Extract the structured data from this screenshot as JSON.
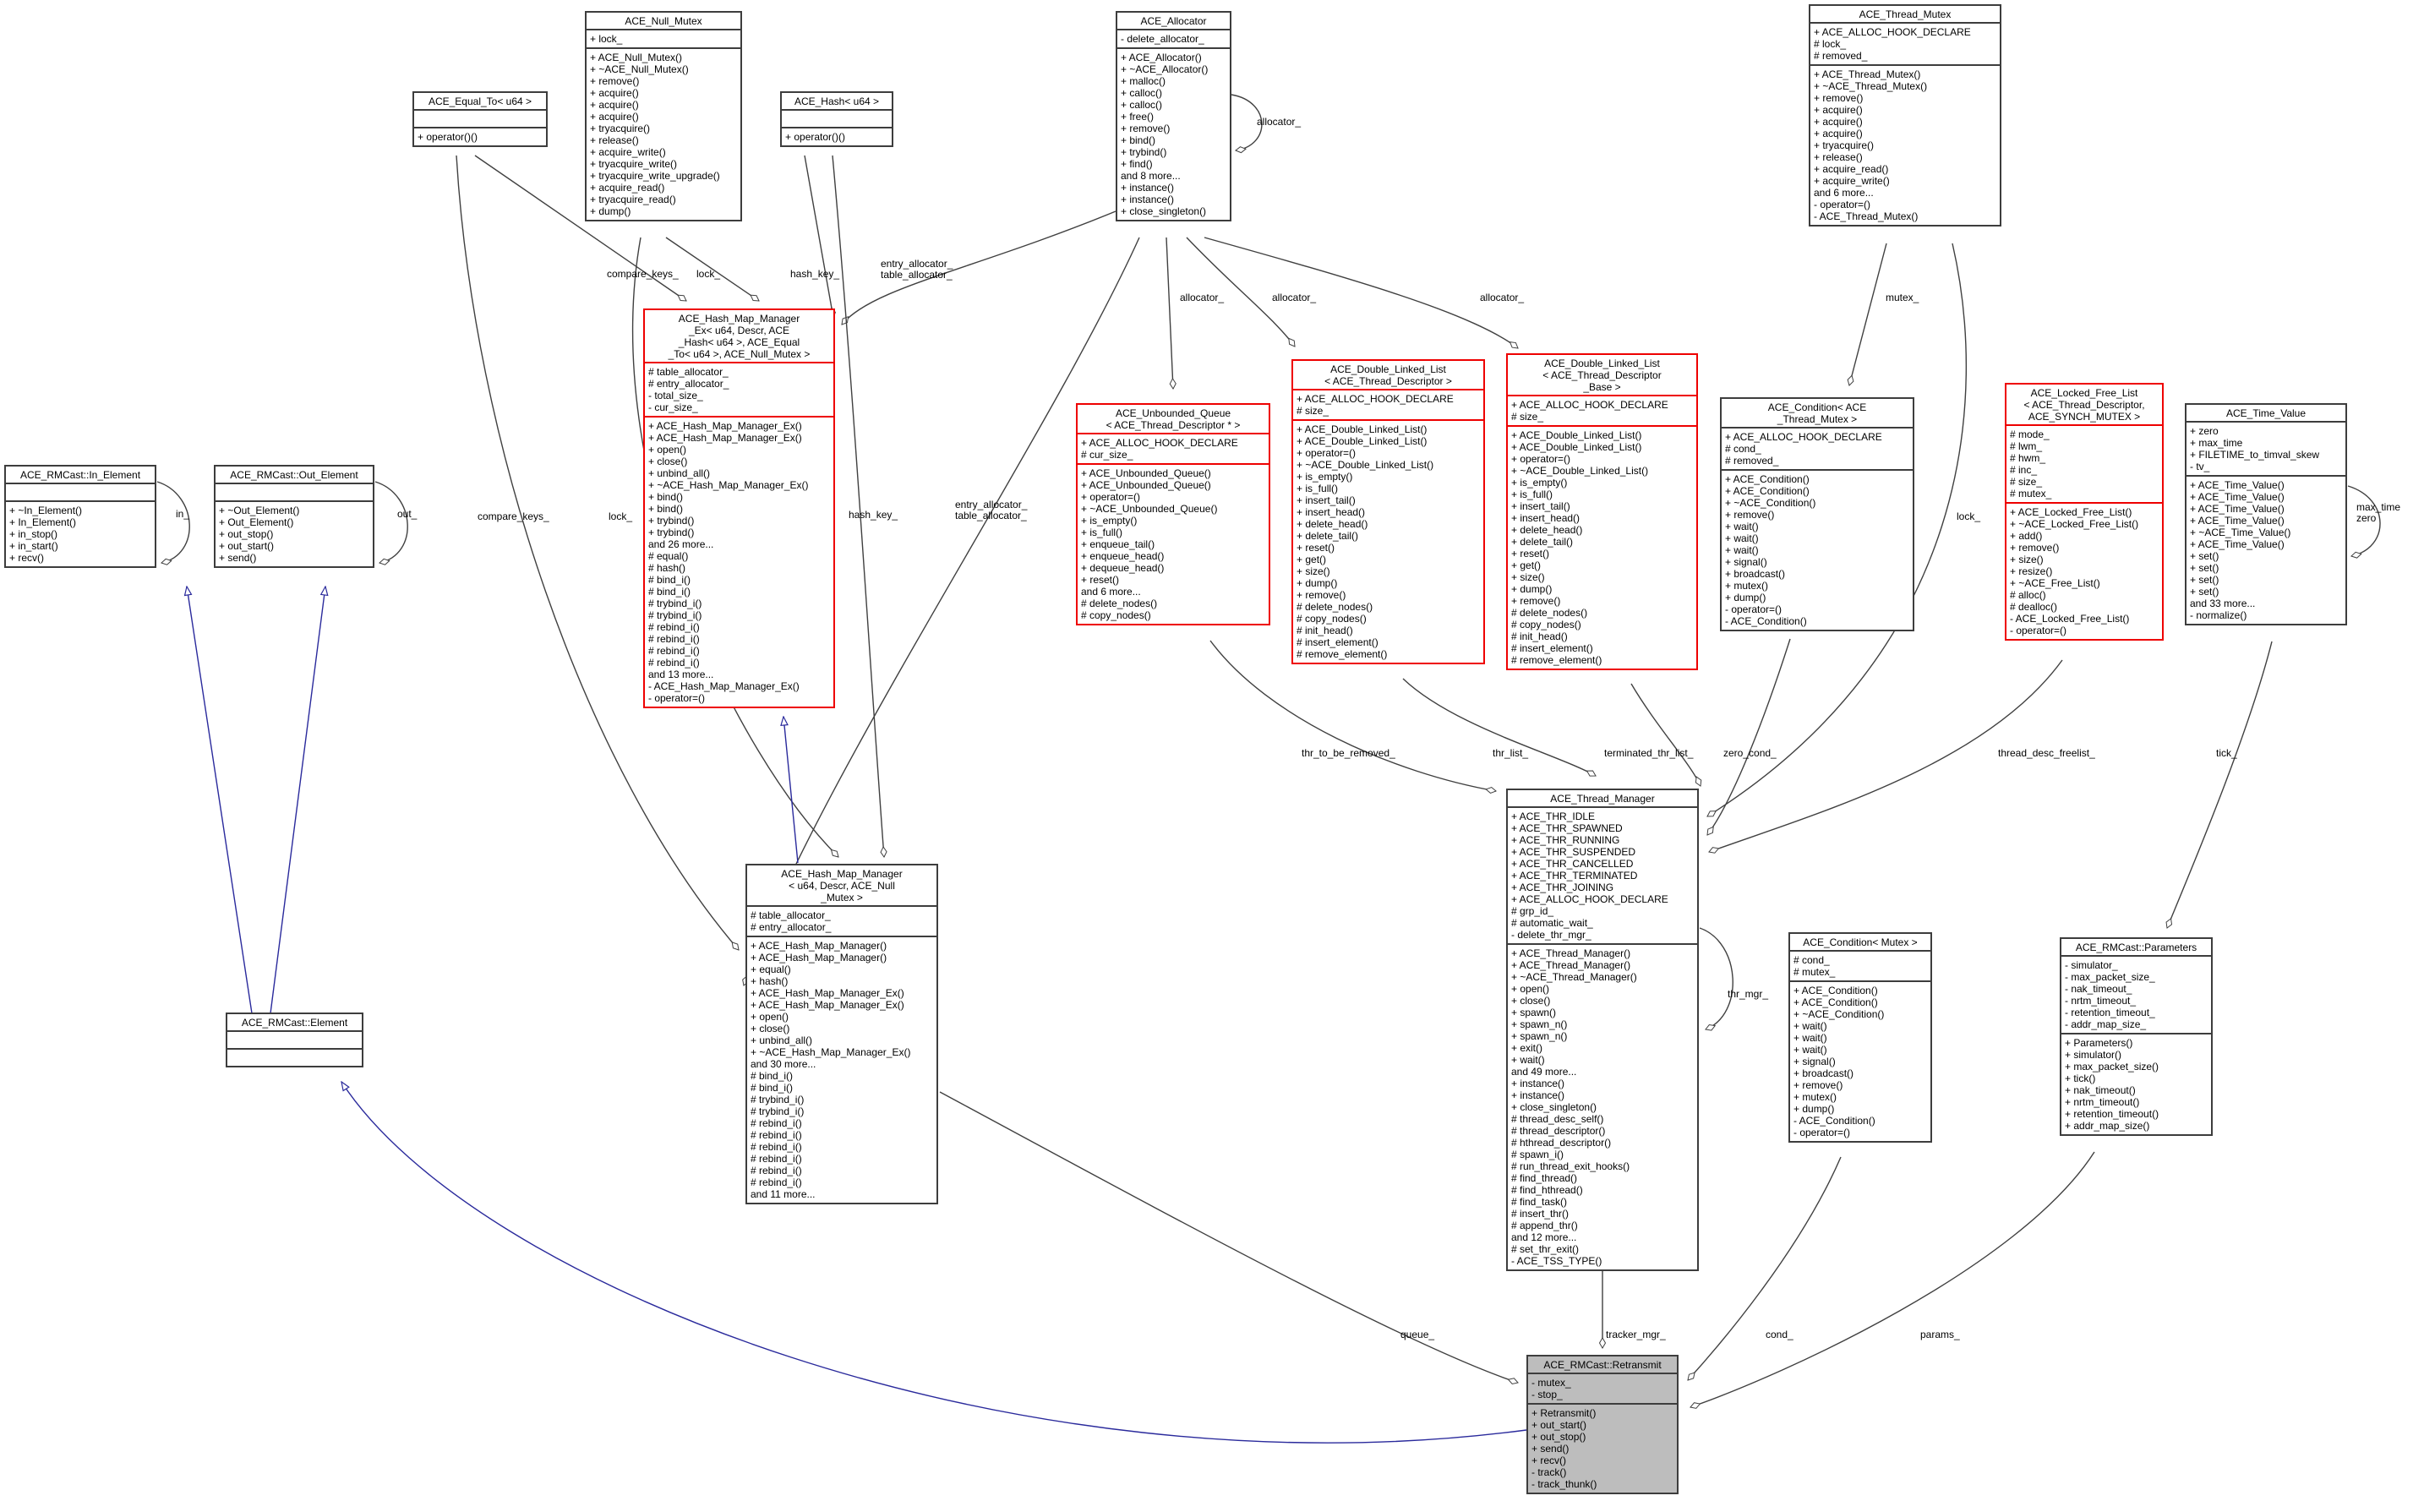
{
  "diagram": {
    "title": "ACE_RMCast::Retransmit collaboration diagram",
    "colors": {
      "node_border": "#3d3d3d",
      "red_border": "#ee0000",
      "main_node_fill": "#bdbdbd",
      "edge_line": "#404040",
      "inheritance_blue": "#2a2a9c",
      "background": "#ffffff"
    },
    "classes": [
      {
        "id": "equal-to",
        "variant": "normal",
        "title_lines": [
          "ACE_Equal_To< u64 >"
        ],
        "attributes": [],
        "methods": [
          "+ operator()()"
        ]
      },
      {
        "id": "null-mutex",
        "variant": "normal",
        "title_lines": [
          "ACE_Null_Mutex"
        ],
        "attributes": [
          "+ lock_"
        ],
        "methods": [
          "+ ACE_Null_Mutex()",
          "+ ~ACE_Null_Mutex()",
          "+ remove()",
          "+ acquire()",
          "+ acquire()",
          "+ acquire()",
          "+ tryacquire()",
          "+ release()",
          "+ acquire_write()",
          "+ tryacquire_write()",
          "+ tryacquire_write_upgrade()",
          "+ acquire_read()",
          "+ tryacquire_read()",
          "+ dump()"
        ]
      },
      {
        "id": "hash",
        "variant": "normal",
        "title_lines": [
          "ACE_Hash< u64 >"
        ],
        "attributes": [],
        "methods": [
          "+ operator()()"
        ]
      },
      {
        "id": "allocator",
        "variant": "normal",
        "title_lines": [
          "ACE_Allocator"
        ],
        "attributes": [
          "- delete_allocator_"
        ],
        "methods": [
          "+ ACE_Allocator()",
          "+ ~ACE_Allocator()",
          "+ malloc()",
          "+ calloc()",
          "+ calloc()",
          "+ free()",
          "+ remove()",
          "+ bind()",
          "+ trybind()",
          "+ find()",
          "and 8 more...",
          "+ instance()",
          "+ instance()",
          "+ close_singleton()"
        ]
      },
      {
        "id": "thread-mutex",
        "variant": "normal",
        "title_lines": [
          "ACE_Thread_Mutex"
        ],
        "attributes": [
          "+ ACE_ALLOC_HOOK_DECLARE",
          "# lock_",
          "# removed_"
        ],
        "methods": [
          "+ ACE_Thread_Mutex()",
          "+ ~ACE_Thread_Mutex()",
          "+ remove()",
          "+ acquire()",
          "+ acquire()",
          "+ acquire()",
          "+ tryacquire()",
          "+ release()",
          "+ acquire_read()",
          "+ acquire_write()",
          "and 6 more...",
          "- operator=()",
          "- ACE_Thread_Mutex()"
        ]
      },
      {
        "id": "hash-map-manager-ex",
        "variant": "red",
        "title_lines": [
          "ACE_Hash_Map_Manager",
          "_Ex< u64, Descr, ACE",
          "_Hash< u64 >, ACE_Equal",
          "_To< u64 >, ACE_Null_Mutex >"
        ],
        "attributes": [
          "# table_allocator_",
          "# entry_allocator_",
          "- total_size_",
          "- cur_size_"
        ],
        "methods": [
          "+ ACE_Hash_Map_Manager_Ex()",
          "+ ACE_Hash_Map_Manager_Ex()",
          "+ open()",
          "+ close()",
          "+ unbind_all()",
          "+ ~ACE_Hash_Map_Manager_Ex()",
          "+ bind()",
          "+ bind()",
          "+ trybind()",
          "+ trybind()",
          "and 26 more...",
          "# equal()",
          "# hash()",
          "# bind_i()",
          "# bind_i()",
          "# trybind_i()",
          "# trybind_i()",
          "# rebind_i()",
          "# rebind_i()",
          "# rebind_i()",
          "# rebind_i()",
          "and 13 more...",
          "- ACE_Hash_Map_Manager_Ex()",
          "- operator=()"
        ]
      },
      {
        "id": "unbounded-queue",
        "variant": "red",
        "title_lines": [
          "ACE_Unbounded_Queue",
          "< ACE_Thread_Descriptor * >"
        ],
        "attributes": [
          "+ ACE_ALLOC_HOOK_DECLARE",
          "# cur_size_"
        ],
        "methods": [
          "+ ACE_Unbounded_Queue()",
          "+ ACE_Unbounded_Queue()",
          "+ operator=()",
          "+ ~ACE_Unbounded_Queue()",
          "+ is_empty()",
          "+ is_full()",
          "+ enqueue_tail()",
          "+ enqueue_head()",
          "+ dequeue_head()",
          "+ reset()",
          "and 6 more...",
          "# delete_nodes()",
          "# copy_nodes()"
        ]
      },
      {
        "id": "dll-thread-descriptor",
        "variant": "red",
        "title_lines": [
          "ACE_Double_Linked_List",
          "< ACE_Thread_Descriptor >"
        ],
        "attributes": [
          "+ ACE_ALLOC_HOOK_DECLARE",
          "# size_"
        ],
        "methods": [
          "+ ACE_Double_Linked_List()",
          "+ ACE_Double_Linked_List()",
          "+ operator=()",
          "+ ~ACE_Double_Linked_List()",
          "+ is_empty()",
          "+ is_full()",
          "+ insert_tail()",
          "+ insert_head()",
          "+ delete_head()",
          "+ delete_tail()",
          "+ reset()",
          "+ get()",
          "+ size()",
          "+ dump()",
          "+ remove()",
          "# delete_nodes()",
          "# copy_nodes()",
          "# init_head()",
          "# insert_element()",
          "# remove_element()"
        ]
      },
      {
        "id": "dll-thread-descriptor-base",
        "variant": "red",
        "title_lines": [
          "ACE_Double_Linked_List",
          "< ACE_Thread_Descriptor",
          "_Base >"
        ],
        "attributes": [
          "+ ACE_ALLOC_HOOK_DECLARE",
          "# size_"
        ],
        "methods": [
          "+ ACE_Double_Linked_List()",
          "+ ACE_Double_Linked_List()",
          "+ operator=()",
          "+ ~ACE_Double_Linked_List()",
          "+ is_empty()",
          "+ is_full()",
          "+ insert_tail()",
          "+ insert_head()",
          "+ delete_head()",
          "+ delete_tail()",
          "+ reset()",
          "+ get()",
          "+ size()",
          "+ dump()",
          "+ remove()",
          "# delete_nodes()",
          "# copy_nodes()",
          "# init_head()",
          "# insert_element()",
          "# remove_element()"
        ]
      },
      {
        "id": "condition-thread-mutex",
        "variant": "normal",
        "title_lines": [
          "ACE_Condition< ACE",
          "_Thread_Mutex >"
        ],
        "attributes": [
          "+ ACE_ALLOC_HOOK_DECLARE",
          "# cond_",
          "# removed_"
        ],
        "methods": [
          "+ ACE_Condition()",
          "+ ACE_Condition()",
          "+ ~ACE_Condition()",
          "+ remove()",
          "+ wait()",
          "+ wait()",
          "+ wait()",
          "+ signal()",
          "+ broadcast()",
          "+ mutex()",
          "+ dump()",
          "- operator=()",
          "- ACE_Condition()"
        ]
      },
      {
        "id": "locked-free-list",
        "variant": "red",
        "title_lines": [
          "ACE_Locked_Free_List",
          "< ACE_Thread_Descriptor,",
          "ACE_SYNCH_MUTEX >"
        ],
        "attributes": [
          "# mode_",
          "# lwm_",
          "# hwm_",
          "# inc_",
          "# size_",
          "# mutex_"
        ],
        "methods": [
          "+ ACE_Locked_Free_List()",
          "+ ~ACE_Locked_Free_List()",
          "+ add()",
          "+ remove()",
          "+ size()",
          "+ resize()",
          "+ ~ACE_Free_List()",
          "# alloc()",
          "# dealloc()",
          "- ACE_Locked_Free_List()",
          "- operator=()"
        ]
      },
      {
        "id": "time-value",
        "variant": "normal",
        "title_lines": [
          "ACE_Time_Value"
        ],
        "attributes": [
          "+ zero",
          "+ max_time",
          "+ FILETIME_to_timval_skew",
          "- tv_"
        ],
        "methods": [
          "+ ACE_Time_Value()",
          "+ ACE_Time_Value()",
          "+ ACE_Time_Value()",
          "+ ACE_Time_Value()",
          "+ ~ACE_Time_Value()",
          "+ ACE_Time_Value()",
          "+ set()",
          "+ set()",
          "+ set()",
          "+ set()",
          "and 33 more...",
          "- normalize()"
        ]
      },
      {
        "id": "in-element",
        "variant": "normal",
        "title_lines": [
          "ACE_RMCast::In_Element"
        ],
        "attributes": [],
        "methods": [
          "+ ~In_Element()",
          "+ In_Element()",
          "+ in_stop()",
          "+ in_start()",
          "+ recv()"
        ]
      },
      {
        "id": "out-element",
        "variant": "normal",
        "title_lines": [
          "ACE_RMCast::Out_Element"
        ],
        "attributes": [],
        "methods": [
          "+ ~Out_Element()",
          "+ Out_Element()",
          "+ out_stop()",
          "+ out_start()",
          "+ send()"
        ]
      },
      {
        "id": "hash-map-manager",
        "variant": "normal",
        "title_lines": [
          "ACE_Hash_Map_Manager",
          "< u64, Descr, ACE_Null",
          "_Mutex >"
        ],
        "attributes": [
          "# table_allocator_",
          "# entry_allocator_"
        ],
        "methods": [
          "+ ACE_Hash_Map_Manager()",
          "+ ACE_Hash_Map_Manager()",
          "+ equal()",
          "+ hash()",
          "+ ACE_Hash_Map_Manager_Ex()",
          "+ ACE_Hash_Map_Manager_Ex()",
          "+ open()",
          "+ close()",
          "+ unbind_all()",
          "+ ~ACE_Hash_Map_Manager_Ex()",
          "and 30 more...",
          "# bind_i()",
          "# bind_i()",
          "# trybind_i()",
          "# trybind_i()",
          "# rebind_i()",
          "# rebind_i()",
          "# rebind_i()",
          "# rebind_i()",
          "# rebind_i()",
          "# rebind_i()",
          "and 11 more..."
        ]
      },
      {
        "id": "thread-manager",
        "variant": "normal",
        "title_lines": [
          "ACE_Thread_Manager"
        ],
        "attributes": [
          "+ ACE_THR_IDLE",
          "+ ACE_THR_SPAWNED",
          "+ ACE_THR_RUNNING",
          "+ ACE_THR_SUSPENDED",
          "+ ACE_THR_CANCELLED",
          "+ ACE_THR_TERMINATED",
          "+ ACE_THR_JOINING",
          "+ ACE_ALLOC_HOOK_DECLARE",
          "# grp_id_",
          "# automatic_wait_",
          "- delete_thr_mgr_"
        ],
        "methods": [
          "+ ACE_Thread_Manager()",
          "+ ACE_Thread_Manager()",
          "+ ~ACE_Thread_Manager()",
          "+ open()",
          "+ close()",
          "+ spawn()",
          "+ spawn_n()",
          "+ spawn_n()",
          "+ exit()",
          "+ wait()",
          "and 49 more...",
          "+ instance()",
          "+ instance()",
          "+ close_singleton()",
          "# thread_desc_self()",
          "# thread_descriptor()",
          "# hthread_descriptor()",
          "# spawn_i()",
          "# run_thread_exit_hooks()",
          "# find_thread()",
          "# find_hthread()",
          "# find_task()",
          "# insert_thr()",
          "# append_thr()",
          "and 12 more...",
          "# set_thr_exit()",
          "- ACE_TSS_TYPE()"
        ]
      },
      {
        "id": "condition-mutex",
        "variant": "normal",
        "title_lines": [
          "ACE_Condition< Mutex >"
        ],
        "attributes": [
          "# cond_",
          "# mutex_"
        ],
        "methods": [
          "+ ACE_Condition()",
          "+ ACE_Condition()",
          "+ ~ACE_Condition()",
          "+ wait()",
          "+ wait()",
          "+ wait()",
          "+ signal()",
          "+ broadcast()",
          "+ remove()",
          "+ mutex()",
          "+ dump()",
          "- ACE_Condition()",
          "- operator=()"
        ]
      },
      {
        "id": "parameters",
        "variant": "normal",
        "title_lines": [
          "ACE_RMCast::Parameters"
        ],
        "attributes": [
          "- simulator_",
          "- max_packet_size_",
          "- nak_timeout_",
          "- nrtm_timeout_",
          "- retention_timeout_",
          "- addr_map_size_"
        ],
        "methods": [
          "+ Parameters()",
          "+ simulator()",
          "+ max_packet_size()",
          "+ tick()",
          "+ nak_timeout()",
          "+ nrtm_timeout()",
          "+ retention_timeout()",
          "+ addr_map_size()"
        ]
      },
      {
        "id": "element",
        "variant": "normal",
        "title_lines": [
          "ACE_RMCast::Element"
        ],
        "attributes": [],
        "methods": []
      },
      {
        "id": "retransmit",
        "variant": "main",
        "title_lines": [
          "ACE_RMCast::Retransmit"
        ],
        "attributes": [
          "- mutex_",
          "- stop_"
        ],
        "methods": [
          "+ Retransmit()",
          "+ out_start()",
          "+ out_stop()",
          "+ send()",
          "+ recv()",
          "- track()",
          "- track_thunk()"
        ]
      }
    ],
    "edge_labels": [
      {
        "text": "compare_keys_"
      },
      {
        "text": "lock_"
      },
      {
        "text": "hash_key_"
      },
      {
        "text": "entry_allocator_\ntable_allocator_"
      },
      {
        "text": "allocator_"
      },
      {
        "text": "allocator_"
      },
      {
        "text": "allocator_"
      },
      {
        "text": "allocator_"
      },
      {
        "text": "mutex_"
      },
      {
        "text": "compare_keys_"
      },
      {
        "text": "lock_"
      },
      {
        "text": "hash_key_"
      },
      {
        "text": "entry_allocator_\ntable_allocator_"
      },
      {
        "text": "lock_"
      },
      {
        "text": "max_time\nzero"
      },
      {
        "text": "thr_to_be_removed_"
      },
      {
        "text": "thr_list_"
      },
      {
        "text": "terminated_thr_list_"
      },
      {
        "text": "zero_cond_"
      },
      {
        "text": "thread_desc_freelist_"
      },
      {
        "text": "tick_"
      },
      {
        "text": "thr_mgr_"
      },
      {
        "text": "in_"
      },
      {
        "text": "out_"
      },
      {
        "text": "queue_"
      },
      {
        "text": "tracker_mgr_"
      },
      {
        "text": "cond_"
      },
      {
        "text": "params_"
      }
    ]
  }
}
